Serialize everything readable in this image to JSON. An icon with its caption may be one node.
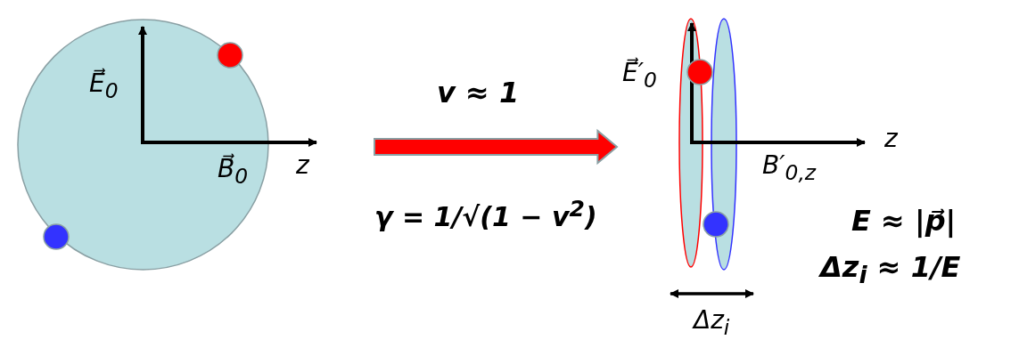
{
  "diagram": {
    "nodes": [
      {
        "text": [],
        "shape": "circle"
      },
      {
        "text": [],
        "shape": "ellipse"
      },
      {
        "text": [],
        "shape": "ellipse"
      }
    ],
    "edges": [
      {
        "from": 0,
        "to": 1,
        "arrow": "to",
        "label": "v ≈ 1",
        "style": "thick",
        "color": "#ff0000"
      }
    ],
    "labels": [
      "E⃗$_{0}$",
      "B⃗$_{0}$",
      "z",
      "γ = 1/√(1 − v$^{2}$)",
      "E⃗′$_{0}$",
      "z",
      "B′$_{0,z}$",
      "E ≈ |p⃗|",
      "Δz$_{i}$ ≈ 1/E",
      "Δz$_{i}$"
    ]
  }
}
